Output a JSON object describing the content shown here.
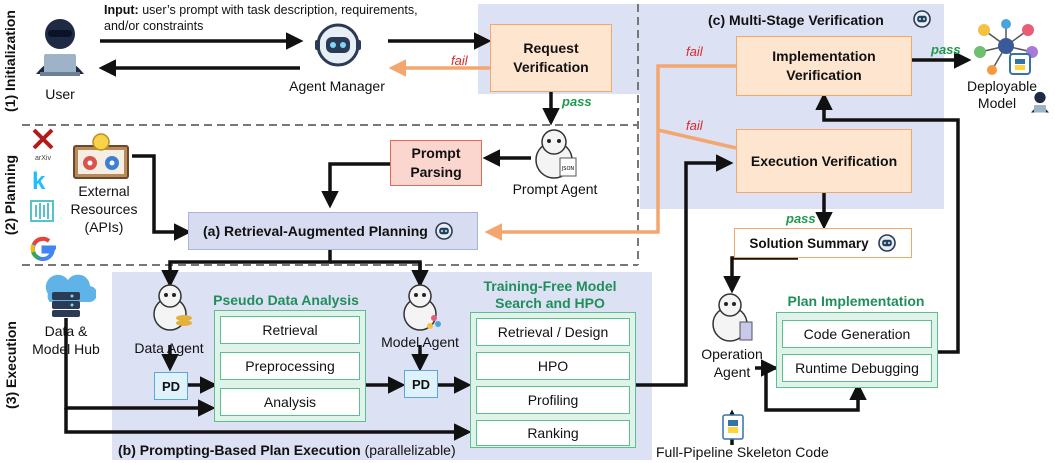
{
  "sections": {
    "initialization": "(1) Initialization",
    "planning": "(2) Planning",
    "execution": "(3) Execution"
  },
  "input_note": {
    "bold": "Input:",
    "rest": " user’s prompt with task description, requirements, and/or constraints"
  },
  "actors": {
    "user": "User",
    "agent_manager": "Agent Manager",
    "prompt_agent": "Prompt Agent",
    "data_agent": "Data Agent",
    "model_agent": "Model Agent",
    "operation_agent_line1": "Operation",
    "operation_agent_line2": "Agent",
    "deployable_model_line1": "Deployable",
    "deployable_model_line2": "Model"
  },
  "boxes": {
    "request_verification": "Request Verification",
    "prompt_parsing": "Prompt Parsing",
    "retrieval_planning": "(a)  Retrieval-Augmented Planning",
    "implementation_verification": "Implementation Verification",
    "execution_verification": "Execution Verification",
    "solution_summary": "Solution Summary",
    "pd1": "PD",
    "pd2": "PD"
  },
  "labels": {
    "multi_stage": "(c) Multi-Stage Verification",
    "external_resources": "External Resources (APIs)",
    "data_model_hub": "Data & Model Hub",
    "skeleton_code": "Full-Pipeline Skeleton Code",
    "plan_execution_bold": "(b) Prompting-Based Plan Execution",
    "plan_execution_rest": " (parallelizable)",
    "arxiv": "arXiv"
  },
  "groups": {
    "pseudo_data_analysis": {
      "title": "Pseudo Data Analysis",
      "items": [
        "Retrieval",
        "Preprocessing",
        "Analysis"
      ]
    },
    "training_free": {
      "title": "Training-Free Model Search and HPO",
      "items": [
        "Retrieval / Design",
        "HPO",
        "Profiling",
        "Ranking"
      ]
    },
    "plan_implementation": {
      "title": "Plan Implementation",
      "items": [
        "Code Generation",
        "Runtime Debugging"
      ]
    }
  },
  "flow_labels": {
    "fail1": "fail",
    "fail2": "fail",
    "fail3": "fail",
    "pass1": "pass",
    "pass2": "pass",
    "pass3": "pass"
  },
  "colors": {
    "orange_fill": "#fde5cf",
    "orange_border": "#f2a76b",
    "red_fill": "#fbd6cf",
    "lavender_region": "#dde1f4",
    "green_border": "#5bbf8e",
    "pd_fill": "#dff1fb",
    "fail_red": "#d62b2b",
    "pass_green": "#1f9a4e"
  }
}
